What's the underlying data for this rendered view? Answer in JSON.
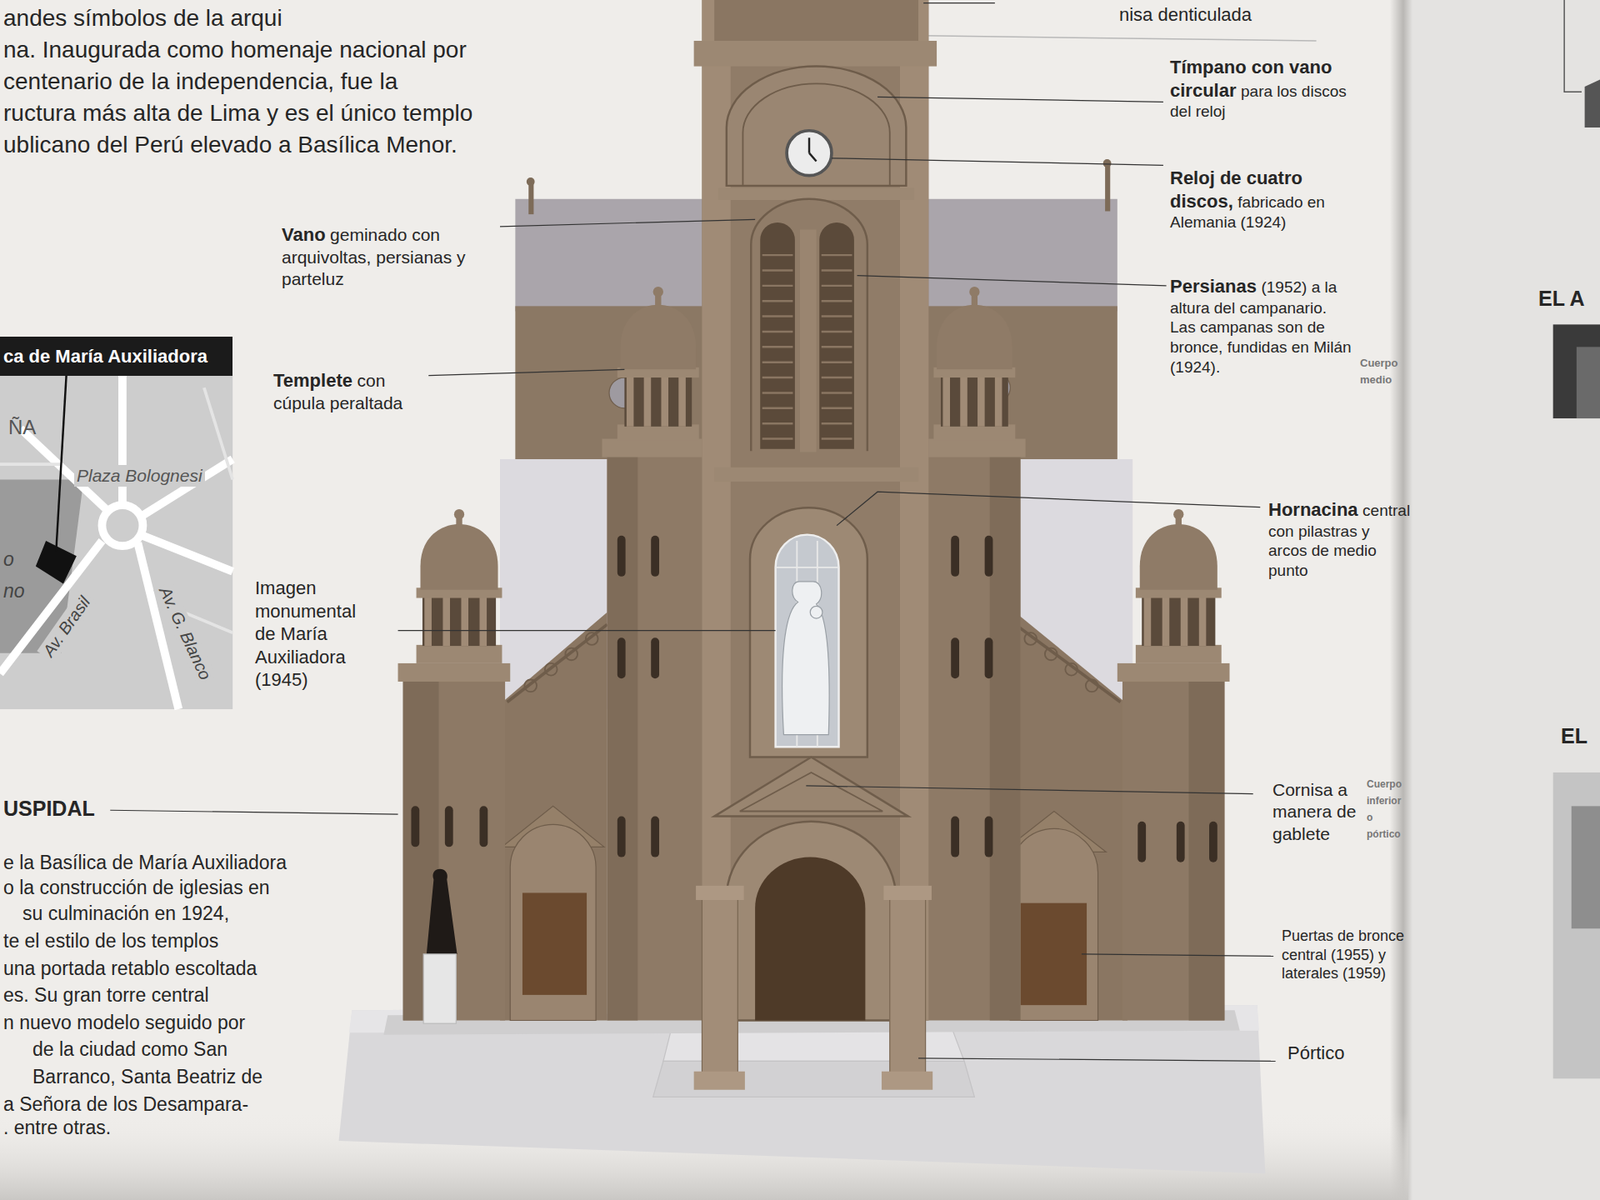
{
  "diagram": {
    "nodes": [
      {
        "text": [
          "ca de María Auxiliadora"
        ]
      }
    ],
    "labels": [
      "nisa denticulada",
      "andes símbolos de la arqui",
      "na. Inaugurada como homenaje nacional por",
      "centenario de la independencia, fue la",
      "ructura más alta de Lima y es el único templo",
      "ublicano del Perú elevado a Basílica Menor.",
      "Tímpano con vano circular",
      "para los discos del reloj",
      "Reloj de cuatro discos,",
      "fabricado en Alemania (1924)",
      "Vano",
      "geminado con arquivoltas, persianas y parteluz",
      "Persianas",
      "(1952) a la altura del campanario. Las campanas son de bronce, fundidas en Milán (1924).",
      "Cuerpo medio",
      "EL A",
      "Templete",
      "con cúpula peraltada",
      "ÑA",
      "Plaza Bolognesi",
      "o",
      "no",
      "Av. Brasil",
      "Av. G. Blanco",
      "Hornacina",
      "central con pilastras y arcos de medio punto",
      "Imagen monumental de María Auxiliadora (1945)",
      "EL",
      "USPIDAL",
      "Cornisa a manera de gablete",
      "Cuerpo inferior o pórtico",
      "e la Basílica de María Auxiliadora",
      "o la construcción de iglesias en",
      "su culminación en 1924,",
      "te el estilo de los templos",
      "una portada retablo escoltada",
      "es. Su gran torre central",
      "n nuevo modelo seguido por",
      "de la ciudad como San",
      "Barranco, Santa Beatriz de",
      "a Señora de los Desampara-",
      ". entre otras.",
      "Puertas de bronce central (1955) y laterales (1959)",
      "Pórtico"
    ]
  }
}
